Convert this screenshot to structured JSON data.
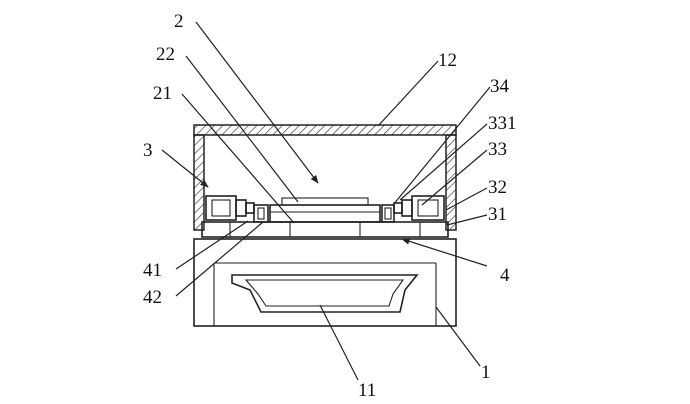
{
  "figure": {
    "labels": {
      "l2": "2",
      "l22": "22",
      "l21": "21",
      "l3": "3",
      "l12": "12",
      "l34": "34",
      "l331": "331",
      "l33": "33",
      "l32": "32",
      "l31": "31",
      "l41": "41",
      "l42": "42",
      "l4": "4",
      "l11": "11",
      "l1": "1"
    }
  }
}
